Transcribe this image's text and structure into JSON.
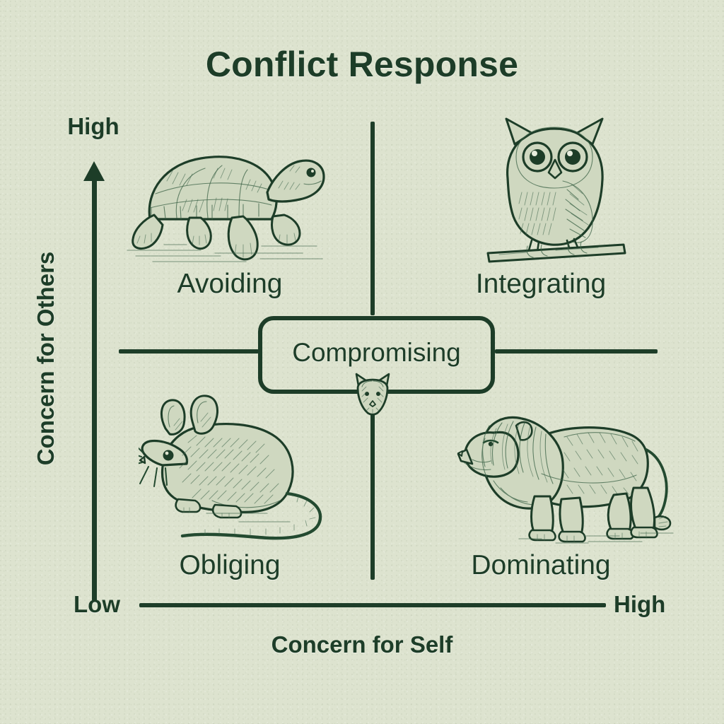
{
  "title": "Conflict Response",
  "background_color": "#dde3cf",
  "ink_color": "#1d3d28",
  "axes": {
    "y": {
      "title": "Concern for Others",
      "high_label": "High",
      "arrow": "up-arrow-icon"
    },
    "x": {
      "title": "Concern for Self",
      "low_label": "Low",
      "high_label": "High"
    }
  },
  "center": {
    "label": "Compromising",
    "animal": "fox-icon"
  },
  "quadrants": [
    {
      "id": "avoiding",
      "label": "Avoiding",
      "animal": "turtle-icon",
      "concern_for_self": "Low",
      "concern_for_others": "High"
    },
    {
      "id": "integrating",
      "label": "Integrating",
      "animal": "owl-icon",
      "concern_for_self": "High",
      "concern_for_others": "High"
    },
    {
      "id": "obliging",
      "label": "Obliging",
      "animal": "mouse-icon",
      "concern_for_self": "Low",
      "concern_for_others": "Low"
    },
    {
      "id": "dominating",
      "label": "Dominating",
      "animal": "lion-icon",
      "concern_for_self": "High",
      "concern_for_others": "Low"
    }
  ],
  "chart_data": {
    "type": "scatter",
    "title": "Conflict Response",
    "xlabel": "Concern for Self",
    "ylabel": "Concern for Others",
    "xlim": [
      "Low",
      "High"
    ],
    "ylim": [
      "Low",
      "High"
    ],
    "grid": false,
    "legend": "none",
    "annotations": [
      {
        "label": "Avoiding",
        "x": "Low",
        "y": "High",
        "symbol": "turtle"
      },
      {
        "label": "Integrating",
        "x": "High",
        "y": "High",
        "symbol": "owl"
      },
      {
        "label": "Compromising",
        "x": "Medium",
        "y": "Medium",
        "symbol": "fox"
      },
      {
        "label": "Obliging",
        "x": "Low",
        "y": "Low",
        "symbol": "mouse"
      },
      {
        "label": "Dominating",
        "x": "High",
        "y": "Low",
        "symbol": "lion"
      }
    ]
  }
}
